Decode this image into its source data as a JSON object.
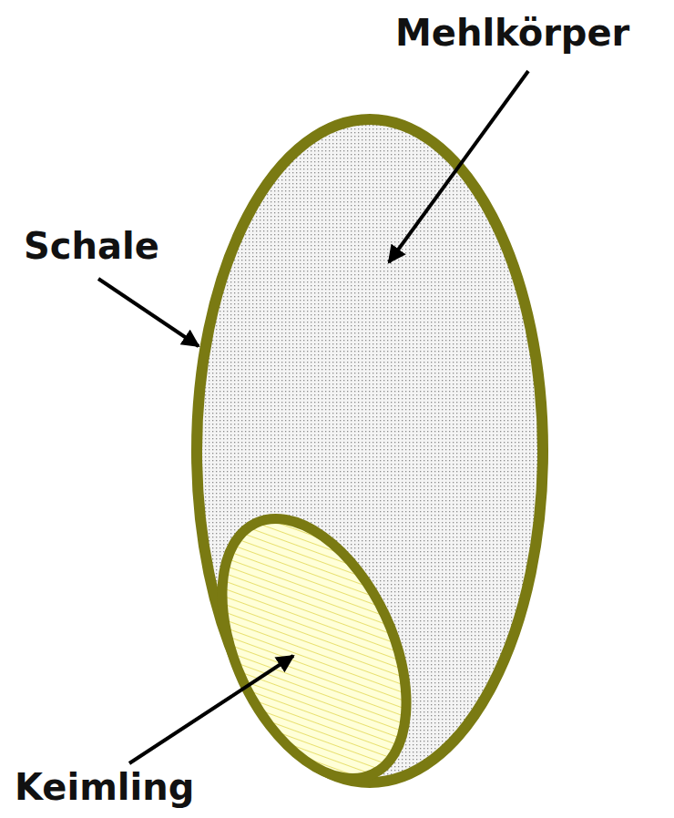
{
  "diagram": {
    "labels": [
      "Mehlkörper",
      "Schale",
      "Keimling"
    ]
  }
}
